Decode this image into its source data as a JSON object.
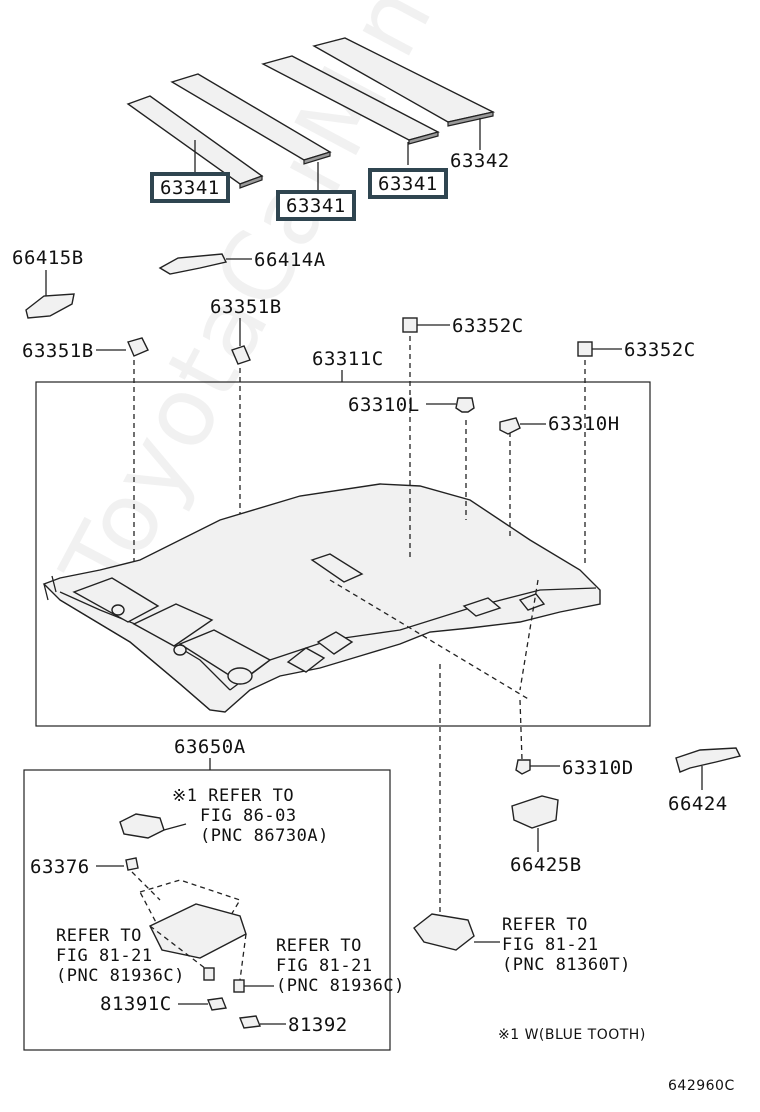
{
  "watermark": "ToyotaCarMine.ru",
  "labels": {
    "p63341_a": "63341",
    "p63341_b": "63341",
    "p63341_c": "63341",
    "p63342": "63342",
    "p66415B": "66415B",
    "p66414A": "66414A",
    "p63351B_top": "63351B",
    "p63351B_left": "63351B",
    "p63352C_a": "63352C",
    "p63352C_b": "63352C",
    "p63311C": "63311C",
    "p63310L": "63310L",
    "p63310H": "63310H",
    "p63650A": "63650A",
    "p63310D": "63310D",
    "p66424": "66424",
    "p66425B": "66425B",
    "p63376": "63376",
    "p81391C": "81391C",
    "p81392": "81392"
  },
  "refs": {
    "bluetooth": [
      "※1 REFER TO",
      "FIG 86-03",
      "(PNC 86730A)"
    ],
    "lamp_left": [
      "REFER TO",
      "FIG 81-21",
      "(PNC 81936C)"
    ],
    "lamp_right": [
      "REFER TO",
      "FIG 81-21",
      "(PNC 81936C)"
    ],
    "lamp_main": [
      "REFER TO",
      "FIG 81-21",
      "(PNC 81360T)"
    ]
  },
  "footnote": "※1 W(BLUE TOOTH)",
  "figure_code": "642960C"
}
